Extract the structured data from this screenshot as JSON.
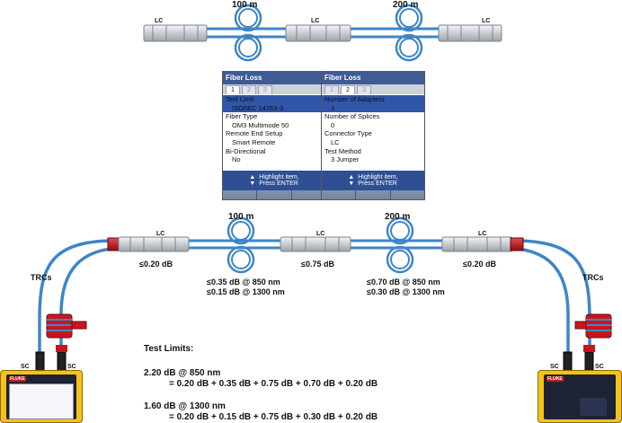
{
  "top": {
    "labels": [
      "LC",
      "LC",
      "LC"
    ],
    "spools": [
      "100 m",
      "200 m"
    ]
  },
  "screens": [
    {
      "title": "Fiber Loss",
      "tabs": [
        "1",
        "2",
        "3"
      ],
      "active_tab": 0,
      "rows": [
        {
          "text": "Test Limit",
          "kind": "lbl",
          "selected": true
        },
        {
          "text": "ISO/IEC 14763-3",
          "kind": "val",
          "selected": true
        },
        {
          "text": "Fiber Type",
          "kind": "lbl",
          "selected": false
        },
        {
          "text": "OM3 Multimode 50",
          "kind": "val",
          "selected": false
        },
        {
          "text": "Remote End Setup",
          "kind": "lbl",
          "selected": false
        },
        {
          "text": "Smart Remote",
          "kind": "val",
          "selected": false
        },
        {
          "text": "Bi-Directional",
          "kind": "lbl",
          "selected": false
        },
        {
          "text": "No",
          "kind": "val",
          "selected": false
        }
      ],
      "footer_line1": "Highlight item,",
      "footer_line2": "Press ENTER"
    },
    {
      "title": "Fiber Loss",
      "tabs": [
        "1",
        "2",
        "3"
      ],
      "active_tab": 1,
      "rows": [
        {
          "text": "Number of Adapters",
          "kind": "lbl",
          "selected": true
        },
        {
          "text": "1",
          "kind": "val",
          "selected": true
        },
        {
          "text": "Number of Splices",
          "kind": "lbl",
          "selected": false
        },
        {
          "text": "0",
          "kind": "val",
          "selected": false
        },
        {
          "text": "Connector Type",
          "kind": "lbl",
          "selected": false
        },
        {
          "text": "LC",
          "kind": "val",
          "selected": false
        },
        {
          "text": "Test Method",
          "kind": "lbl",
          "selected": false
        },
        {
          "text": "3 Jumper",
          "kind": "val",
          "selected": false
        }
      ],
      "footer_line1": "Highlight item,",
      "footer_line2": "Press ENTER"
    }
  ],
  "bottom": {
    "lc_labels": [
      "LC",
      "LC",
      "LC"
    ],
    "spools": [
      "100 m",
      "200 m"
    ],
    "adapter_losses": [
      "≤0.20 dB",
      "≤0.75 dB",
      "≤0.20 dB"
    ],
    "spool1_loss": [
      "≤0.35 dB @ 850 nm",
      "≤0.15 dB @ 1300 nm"
    ],
    "spool2_loss": [
      "≤0.70 dB @ 850 nm",
      "≤0.30 dB @ 1300 nm"
    ],
    "trcs": [
      "TRCs",
      "TRCs"
    ],
    "sc_labels": [
      "SC",
      "SC",
      "SC",
      "SC"
    ]
  },
  "limits": {
    "heading": "Test Limits:",
    "l850": "2.20 dB @ 850 nm",
    "l850_sum": "= 0.20 dB + 0.35 dB + 0.75 dB + 0.70 dB + 0.20 dB",
    "l1300": "1.60 dB @ 1300 nm",
    "l1300_sum": "= 0.20 dB + 0.15 dB + 0.75 dB + 0.30 dB + 0.20 dB"
  },
  "colors": {
    "cable": "#3d86c6",
    "cable_dark": "#1f5d95",
    "connector": "#d5d8dc",
    "red": "#c8161d",
    "device": "#f4c21a"
  }
}
